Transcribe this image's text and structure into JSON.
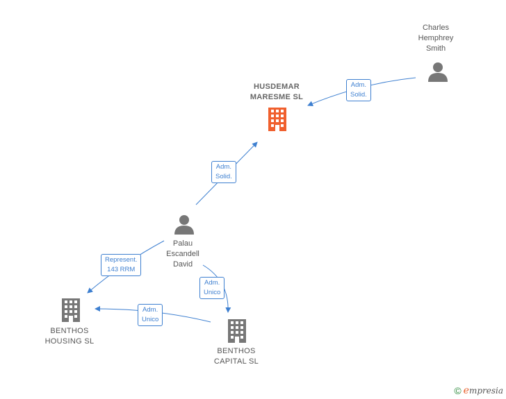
{
  "nodes": {
    "husdemar": {
      "lines": [
        "HUSDEMAR",
        "MARESME  SL"
      ],
      "color": "#f0602e"
    },
    "charles": {
      "lines": [
        "Charles",
        "Hemphrey",
        "Smith"
      ]
    },
    "palau": {
      "lines": [
        "Palau",
        "Escandell",
        "David"
      ]
    },
    "benthos_housing": {
      "lines": [
        "BENTHOS",
        "HOUSING  SL"
      ]
    },
    "benthos_capital": {
      "lines": [
        "BENTHOS",
        "CAPITAL  SL"
      ]
    }
  },
  "edges": {
    "charles_husdemar": {
      "lines": [
        "Adm.",
        "Solid."
      ]
    },
    "palau_husdemar": {
      "lines": [
        "Adm.",
        "Solid."
      ]
    },
    "palau_housing": {
      "lines": [
        "Represent.",
        "143 RRM"
      ]
    },
    "palau_capital": {
      "lines": [
        "Adm.",
        "Unico"
      ]
    },
    "capital_housing": {
      "lines": [
        "Adm.",
        "Unico"
      ]
    }
  },
  "colors": {
    "edge": "#3d7fd0",
    "person": "#777777",
    "company": "#777777",
    "main_company": "#f0602e"
  },
  "brand": {
    "copyright": "©",
    "e": "e",
    "rest": "mpresia"
  }
}
